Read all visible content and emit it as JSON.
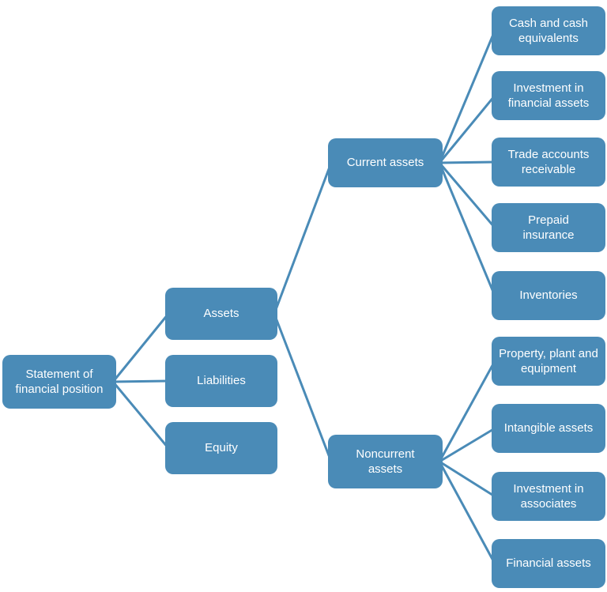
{
  "diagram": {
    "type": "tree",
    "direction": "left-to-right",
    "colors": {
      "node_fill": "#4a8bb7",
      "node_text": "#ffffff",
      "connector": "#4a8bb7"
    },
    "nodes": {
      "root": "Statement of financial position",
      "assets": "Assets",
      "liabilities": "Liabilities",
      "equity": "Equity",
      "current_assets": "Current assets",
      "noncurrent_assets": "Noncurrent assets",
      "cash": "Cash and cash equivalents",
      "investment_financial": "Investment in financial assets",
      "trade_receivable": "Trade accounts receivable",
      "prepaid_insurance": "Prepaid insurance",
      "inventories": "Inventories",
      "ppe": "Property, plant and equipment",
      "intangible": "Intangible assets",
      "investment_associates": "Investment in associates",
      "financial_assets": "Financial assets"
    },
    "hierarchy": [
      {
        "parent": "root",
        "children": [
          "assets",
          "liabilities",
          "equity"
        ]
      },
      {
        "parent": "assets",
        "children": [
          "current_assets",
          "noncurrent_assets"
        ]
      },
      {
        "parent": "current_assets",
        "children": [
          "cash",
          "investment_financial",
          "trade_receivable",
          "prepaid_insurance",
          "inventories"
        ]
      },
      {
        "parent": "noncurrent_assets",
        "children": [
          "ppe",
          "intangible",
          "investment_associates",
          "financial_assets"
        ]
      }
    ]
  }
}
